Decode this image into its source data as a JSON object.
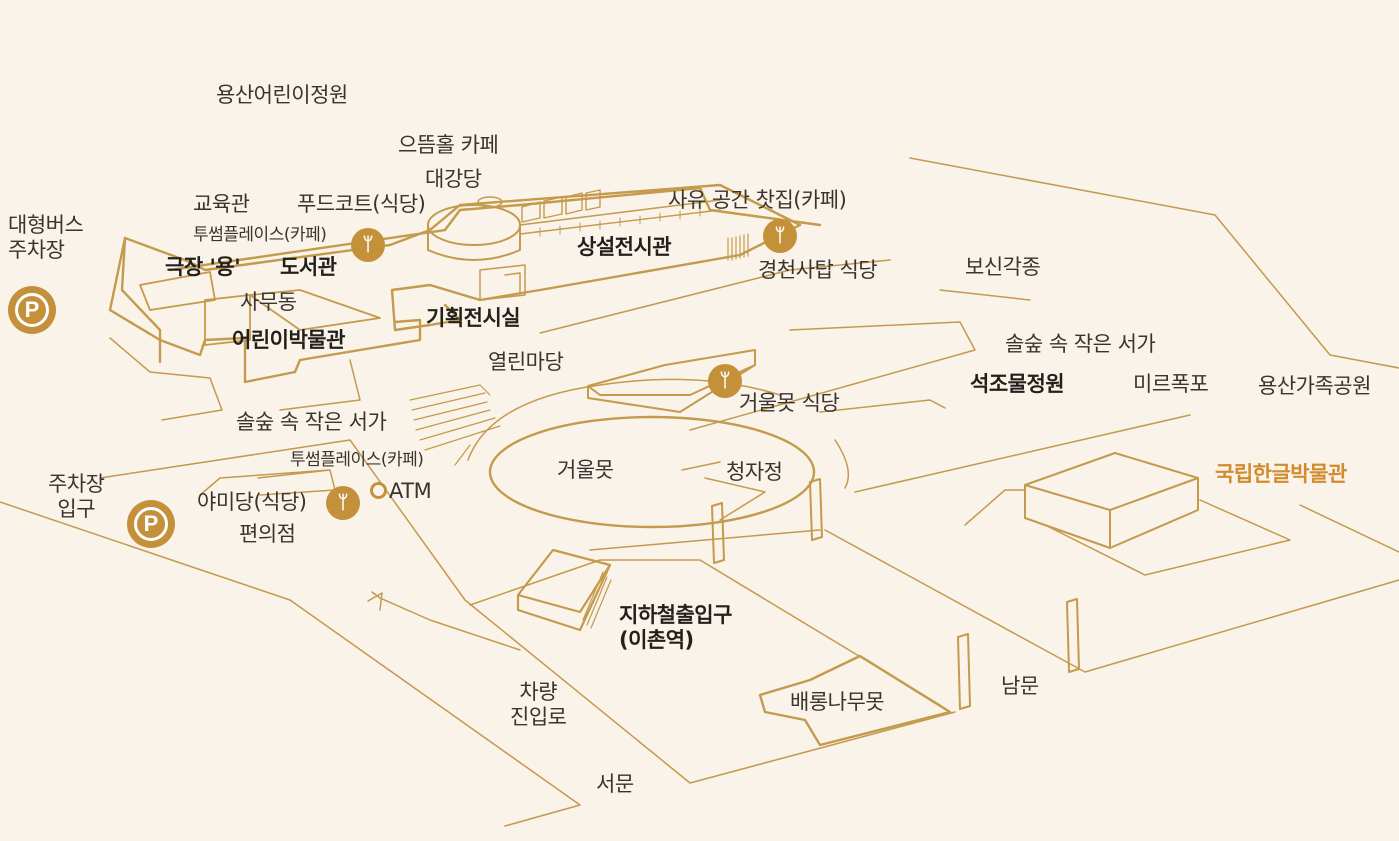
{
  "colors": {
    "background": "#faf3ea",
    "line": "#c49a4c",
    "accent": "#d08c2f",
    "icon": "#c4913a",
    "text": "#3a3330"
  },
  "icons": {
    "restaurant": "fork-knife-icon",
    "parking": "parking-icon",
    "atm": "atm-dot-icon"
  },
  "labels": {
    "yongsan_children_garden": "용산어린이정원",
    "cafe_eutteum": "으뜸홀 카페",
    "auditorium": "대강당",
    "education_hall": "교육관",
    "food_court": "푸드코트(식당)",
    "two_some_place_1": "투썸플레이스(카페)",
    "theater_yong": "극장 '용'",
    "library": "도서관",
    "office": "사무동",
    "children_museum": "어린이박물관",
    "special_exhibition": "기획전시실",
    "permanent_exhibition": "상설전시관",
    "sayu_cafe": "사유 공간 찻집(카페)",
    "gyeongcheonsa_restaurant": "경천사탑 식당",
    "bosingak_bell": "보신각종",
    "bus_parking": "대형버스\n주차장",
    "open_yard": "열린마당",
    "small_library_1": "솔숲 속 작은 서가",
    "small_library_2": "솔숲 속 작은 서가",
    "mirror_pond_restaurant": "거울못 식당",
    "stone_garden": "석조물정원",
    "mireu_falls": "미르폭포",
    "yongsan_family_park": "용산가족공원",
    "hangeul_museum": "국립한글박물관",
    "parking_entrance": "주차장\n입구",
    "two_some_place_2": "투썸플레이스(카페)",
    "atm": "ATM",
    "yamidang": "야미당(식당)",
    "convenience_store": "편의점",
    "mirror_pond": "거울못",
    "cheongjajeong": "청자정",
    "subway_exit": "지하철출입구\n(이촌역)",
    "vehicle_road": "차량\n진입로",
    "west_gate": "서문",
    "south_gate": "남문",
    "baerong_pond": "배롱나무못"
  }
}
